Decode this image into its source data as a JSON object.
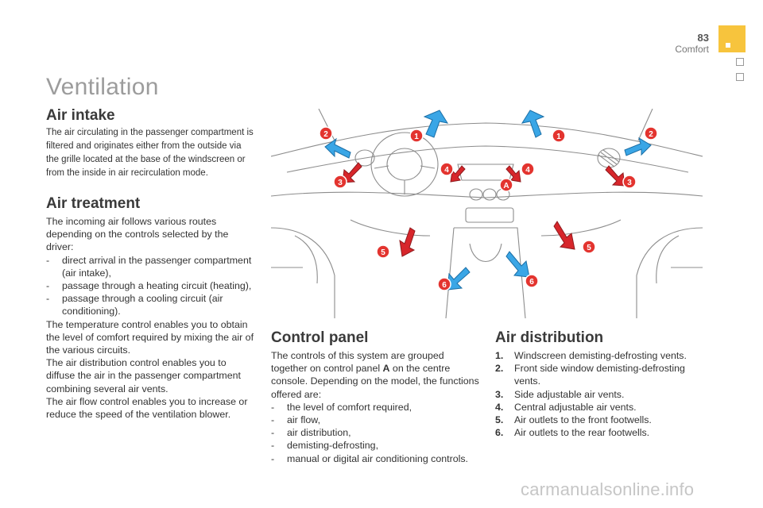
{
  "header": {
    "page_number": "83",
    "section": "Comfort"
  },
  "title": "Ventilation",
  "air_intake": {
    "heading": "Air intake",
    "text": "The air circulating in the passenger compartment is filtered and originates either from the outside via the grille located at the base of the windscreen or from the inside in air recirculation mode."
  },
  "air_treatment": {
    "heading": "Air treatment",
    "intro": "The incoming air follows various routes depending on the controls selected by the driver:",
    "items": [
      "direct arrival in the passenger compartment (air intake),",
      "passage through a heating circuit (heating),",
      "passage through a cooling circuit (air conditioning)."
    ],
    "paragraphs": [
      "The temperature control enables you to obtain the level of comfort required by mixing the air of the various circuits.",
      "The air distribution control enables you to diffuse the air in the passenger compartment combining several air vents.",
      "The air flow control enables you to increase or reduce the speed of the ventilation blower."
    ]
  },
  "control_panel": {
    "heading": "Control panel",
    "intro_before": "The controls of this system are grouped together on control panel ",
    "intro_bold": "A",
    "intro_after": " on the centre console. Depending on the model, the functions offered are:",
    "items": [
      "the level of comfort required,",
      "air flow,",
      "air distribution,",
      "demisting-defrosting,",
      "manual or digital air conditioning controls."
    ]
  },
  "air_distribution": {
    "heading": "Air distribution",
    "items": [
      {
        "num": "1.",
        "text": "Windscreen demisting-defrosting vents."
      },
      {
        "num": "2.",
        "text": "Front side window demisting-defrosting vents."
      },
      {
        "num": "3.",
        "text": "Side adjustable air vents."
      },
      {
        "num": "4.",
        "text": "Central adjustable air vents."
      },
      {
        "num": "5.",
        "text": "Air outlets to the front footwells."
      },
      {
        "num": "6.",
        "text": "Air outlets to the rear footwells."
      }
    ]
  },
  "illustration": {
    "labels": [
      "1",
      "1",
      "2",
      "2",
      "3",
      "3",
      "4",
      "4",
      "5",
      "5",
      "6",
      "6",
      "A"
    ],
    "colors": {
      "badge": "#e3342f",
      "cool_arrow": "#3aa6e6",
      "warm_arrow": "#d7262b",
      "line": "#8d8d8d"
    }
  },
  "watermark": "carmanualsonline.info"
}
